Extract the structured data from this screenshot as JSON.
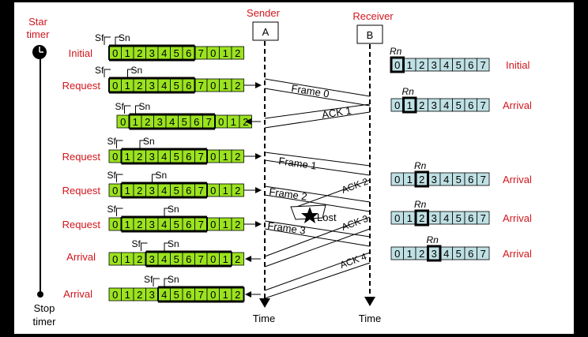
{
  "colors": {
    "background": "#000000",
    "panel": "#ffffff",
    "label_red": "#d0161c",
    "sender_cell": "#9be31f",
    "receiver_cell": "#bfe0e4",
    "line": "#000000"
  },
  "timer": {
    "start_label_line1": "Star",
    "start_label_line2": "timer",
    "stop_label_line1": "Stop",
    "stop_label_line2": "timer"
  },
  "sender": {
    "title": "Sender",
    "box_label": "A",
    "time_label": "Time"
  },
  "receiver": {
    "title": "Receiver",
    "box_label": "B",
    "time_label": "Time"
  },
  "window_labels": {
    "sf": "Sf",
    "sn": "Sn",
    "rn": "Rn"
  },
  "sender_cells": [
    "0",
    "1",
    "2",
    "3",
    "4",
    "5",
    "6",
    "7",
    "0",
    "1",
    "2"
  ],
  "receiver_cells": [
    "0",
    "1",
    "2",
    "3",
    "4",
    "5",
    "6",
    "7"
  ],
  "sender_rows": [
    {
      "label": "Initial",
      "sf": 0,
      "sn": 0
    },
    {
      "label": "Request",
      "sf": 0,
      "sn": 1
    },
    {
      "label": "",
      "sf": 1,
      "sn": 1
    },
    {
      "label": "Request",
      "sf": 1,
      "sn": 2
    },
    {
      "label": "Request",
      "sf": 1,
      "sn": 3
    },
    {
      "label": "Request",
      "sf": 1,
      "sn": 4
    },
    {
      "label": "Arrival",
      "sf": 3,
      "sn": 4
    },
    {
      "label": "Arrival",
      "sf": 4,
      "sn": 4
    }
  ],
  "receiver_rows": [
    {
      "label": "Initial",
      "rn": 0
    },
    {
      "label": "Arrival",
      "rn": 1
    },
    {
      "label": "Arrival",
      "rn": 2
    },
    {
      "label": "Arrival",
      "rn": 2
    },
    {
      "label": "Arrival",
      "rn": 3
    }
  ],
  "messages": {
    "frame0": "Frame 0",
    "ack1": "ACK 1",
    "frame1": "Frame 1",
    "frame2": "Frame 2",
    "ack2": "ACK 2",
    "lost": "Lost",
    "frame3": "Frame 3",
    "ack3": "ACK 3",
    "ack4": "ACK 4"
  }
}
